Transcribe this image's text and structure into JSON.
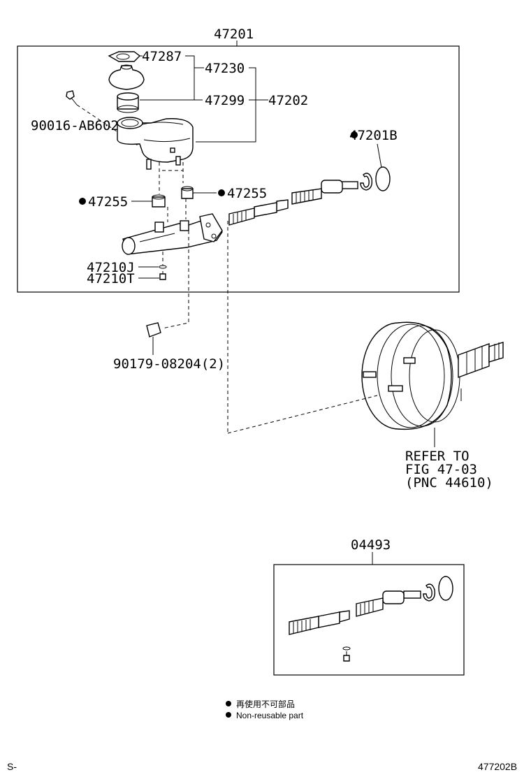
{
  "diagram": {
    "labels": {
      "assembly": "47201",
      "gasket": "47287",
      "cap_assy": "47230",
      "strainer": "47299",
      "reservoir_assy": "47202",
      "screw": "90016-AB602",
      "kit": "47201B",
      "grommet_left": "47255",
      "grommet_right": "47255",
      "ring": "47210J",
      "bleeder": "47210T",
      "nut": "90179-08204(2)",
      "refer_line1": "REFER TO",
      "refer_line2": "FIG 47-03",
      "refer_line3": "(PNC 44610)",
      "kit_box": "04493"
    },
    "legend": {
      "jp": "再使用不可部品",
      "en": "Non-reusable part"
    },
    "footer": {
      "left": "S-",
      "right": "477202B"
    }
  }
}
